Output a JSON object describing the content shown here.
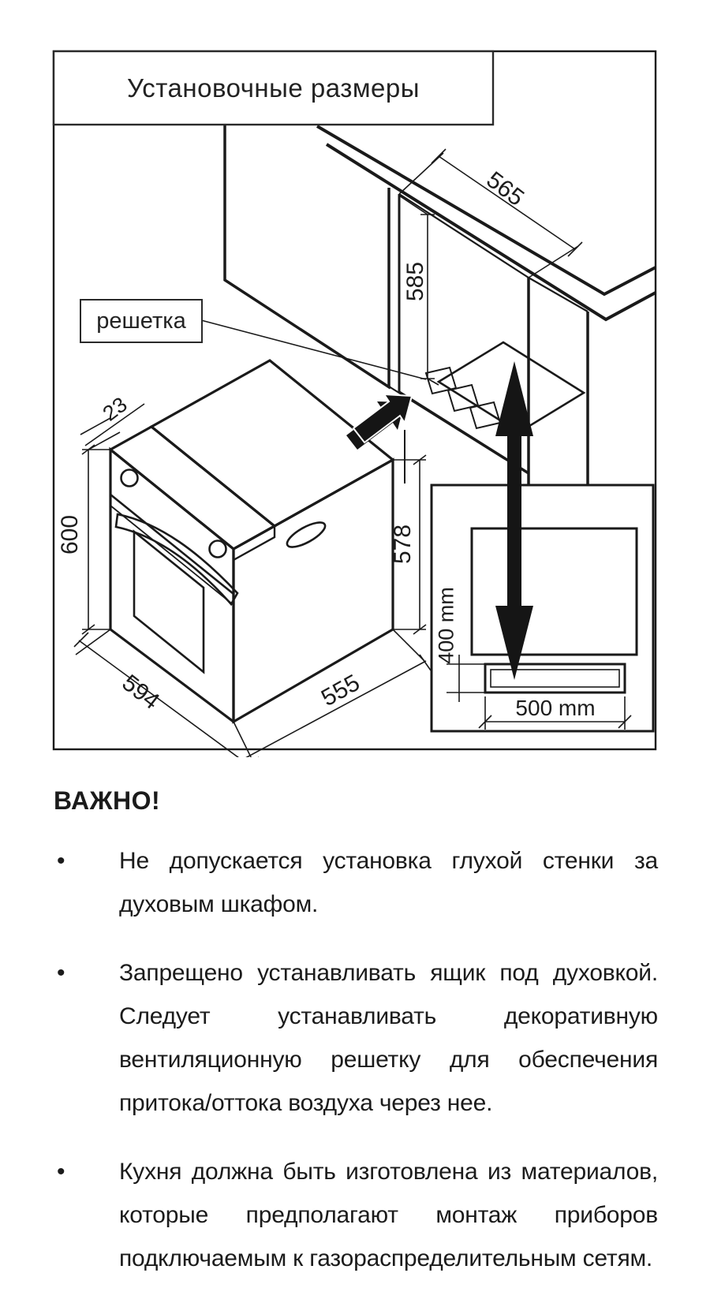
{
  "page": {
    "background": "#ffffff",
    "ink": "#1e1e1e",
    "line_color": "#1a1a1a"
  },
  "diagram": {
    "title": "Установочные размеры",
    "grille_callout": "решетка",
    "dims": {
      "niche_width": "565",
      "niche_depth": "585",
      "front_overhang": "23",
      "oven_height": "600",
      "oven_width": "594",
      "oven_depth": "555",
      "body_height": "578",
      "vent_clearance": "400 mm",
      "vent_width": "500 mm"
    }
  },
  "notice": {
    "heading": "ВАЖНО!",
    "bullet_char": "•",
    "bullets": [
      "Не допускается установка глухой стенки за духовым шкафом.",
      "Запрещено устанавливать ящик под духовкой. Следует устанавливать декоративную вентиляционную решетку для обеспечения притока/оттока воздуха через нее.",
      "Кухня должна быть изготовлена из материалов, которые предполагают монтаж приборов подключаемым к газораспределительным сетям."
    ]
  }
}
